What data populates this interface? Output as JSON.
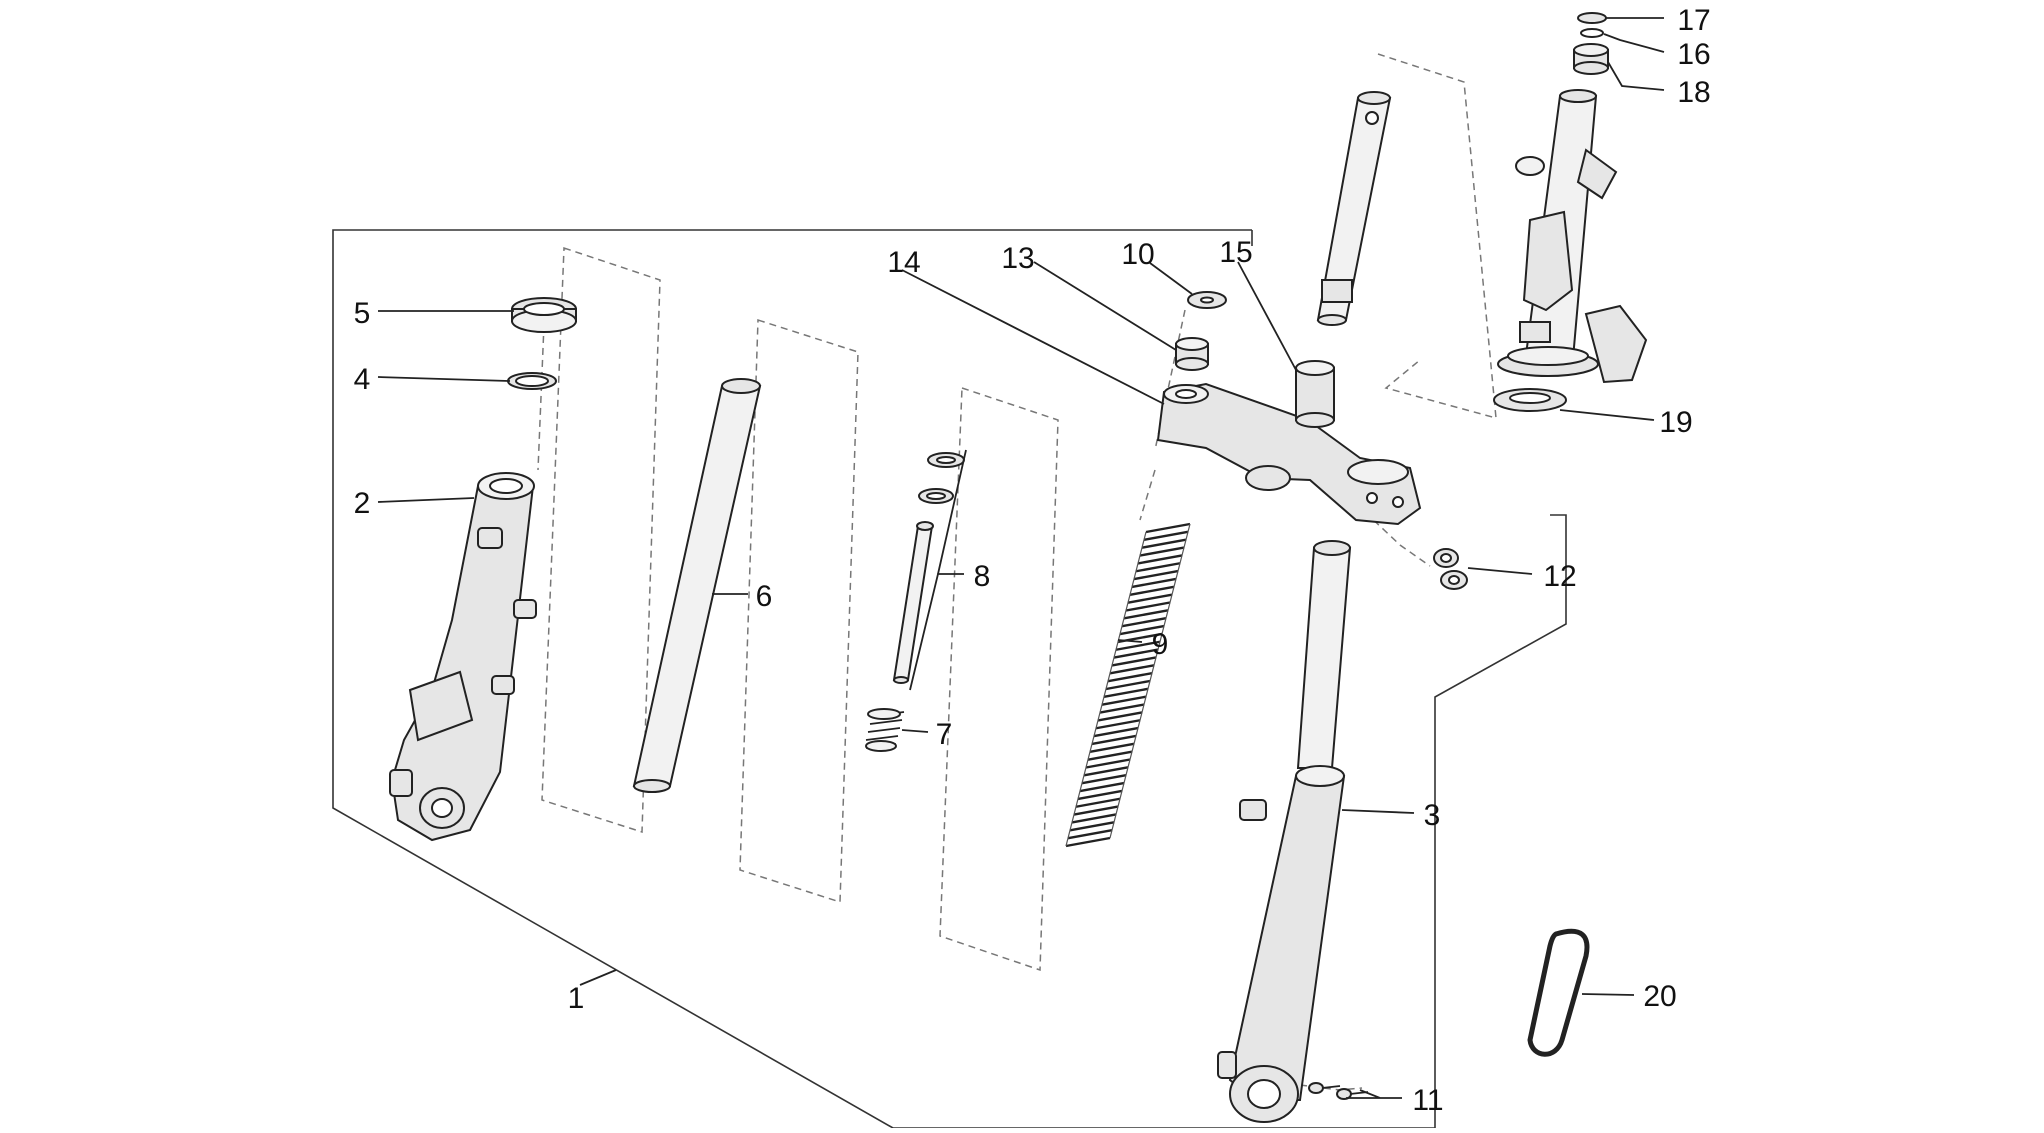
{
  "diagram": {
    "labels": {
      "p1": "1",
      "p2": "2",
      "p3": "3",
      "p4": "4",
      "p5": "5",
      "p6": "6",
      "p7": "7",
      "p8": "8",
      "p9": "9",
      "p10": "10",
      "p11": "11",
      "p12": "12",
      "p13": "13",
      "p14": "14",
      "p15": "15",
      "p16": "16",
      "p17": "17",
      "p18": "18",
      "p19": "19",
      "p20": "20"
    }
  }
}
